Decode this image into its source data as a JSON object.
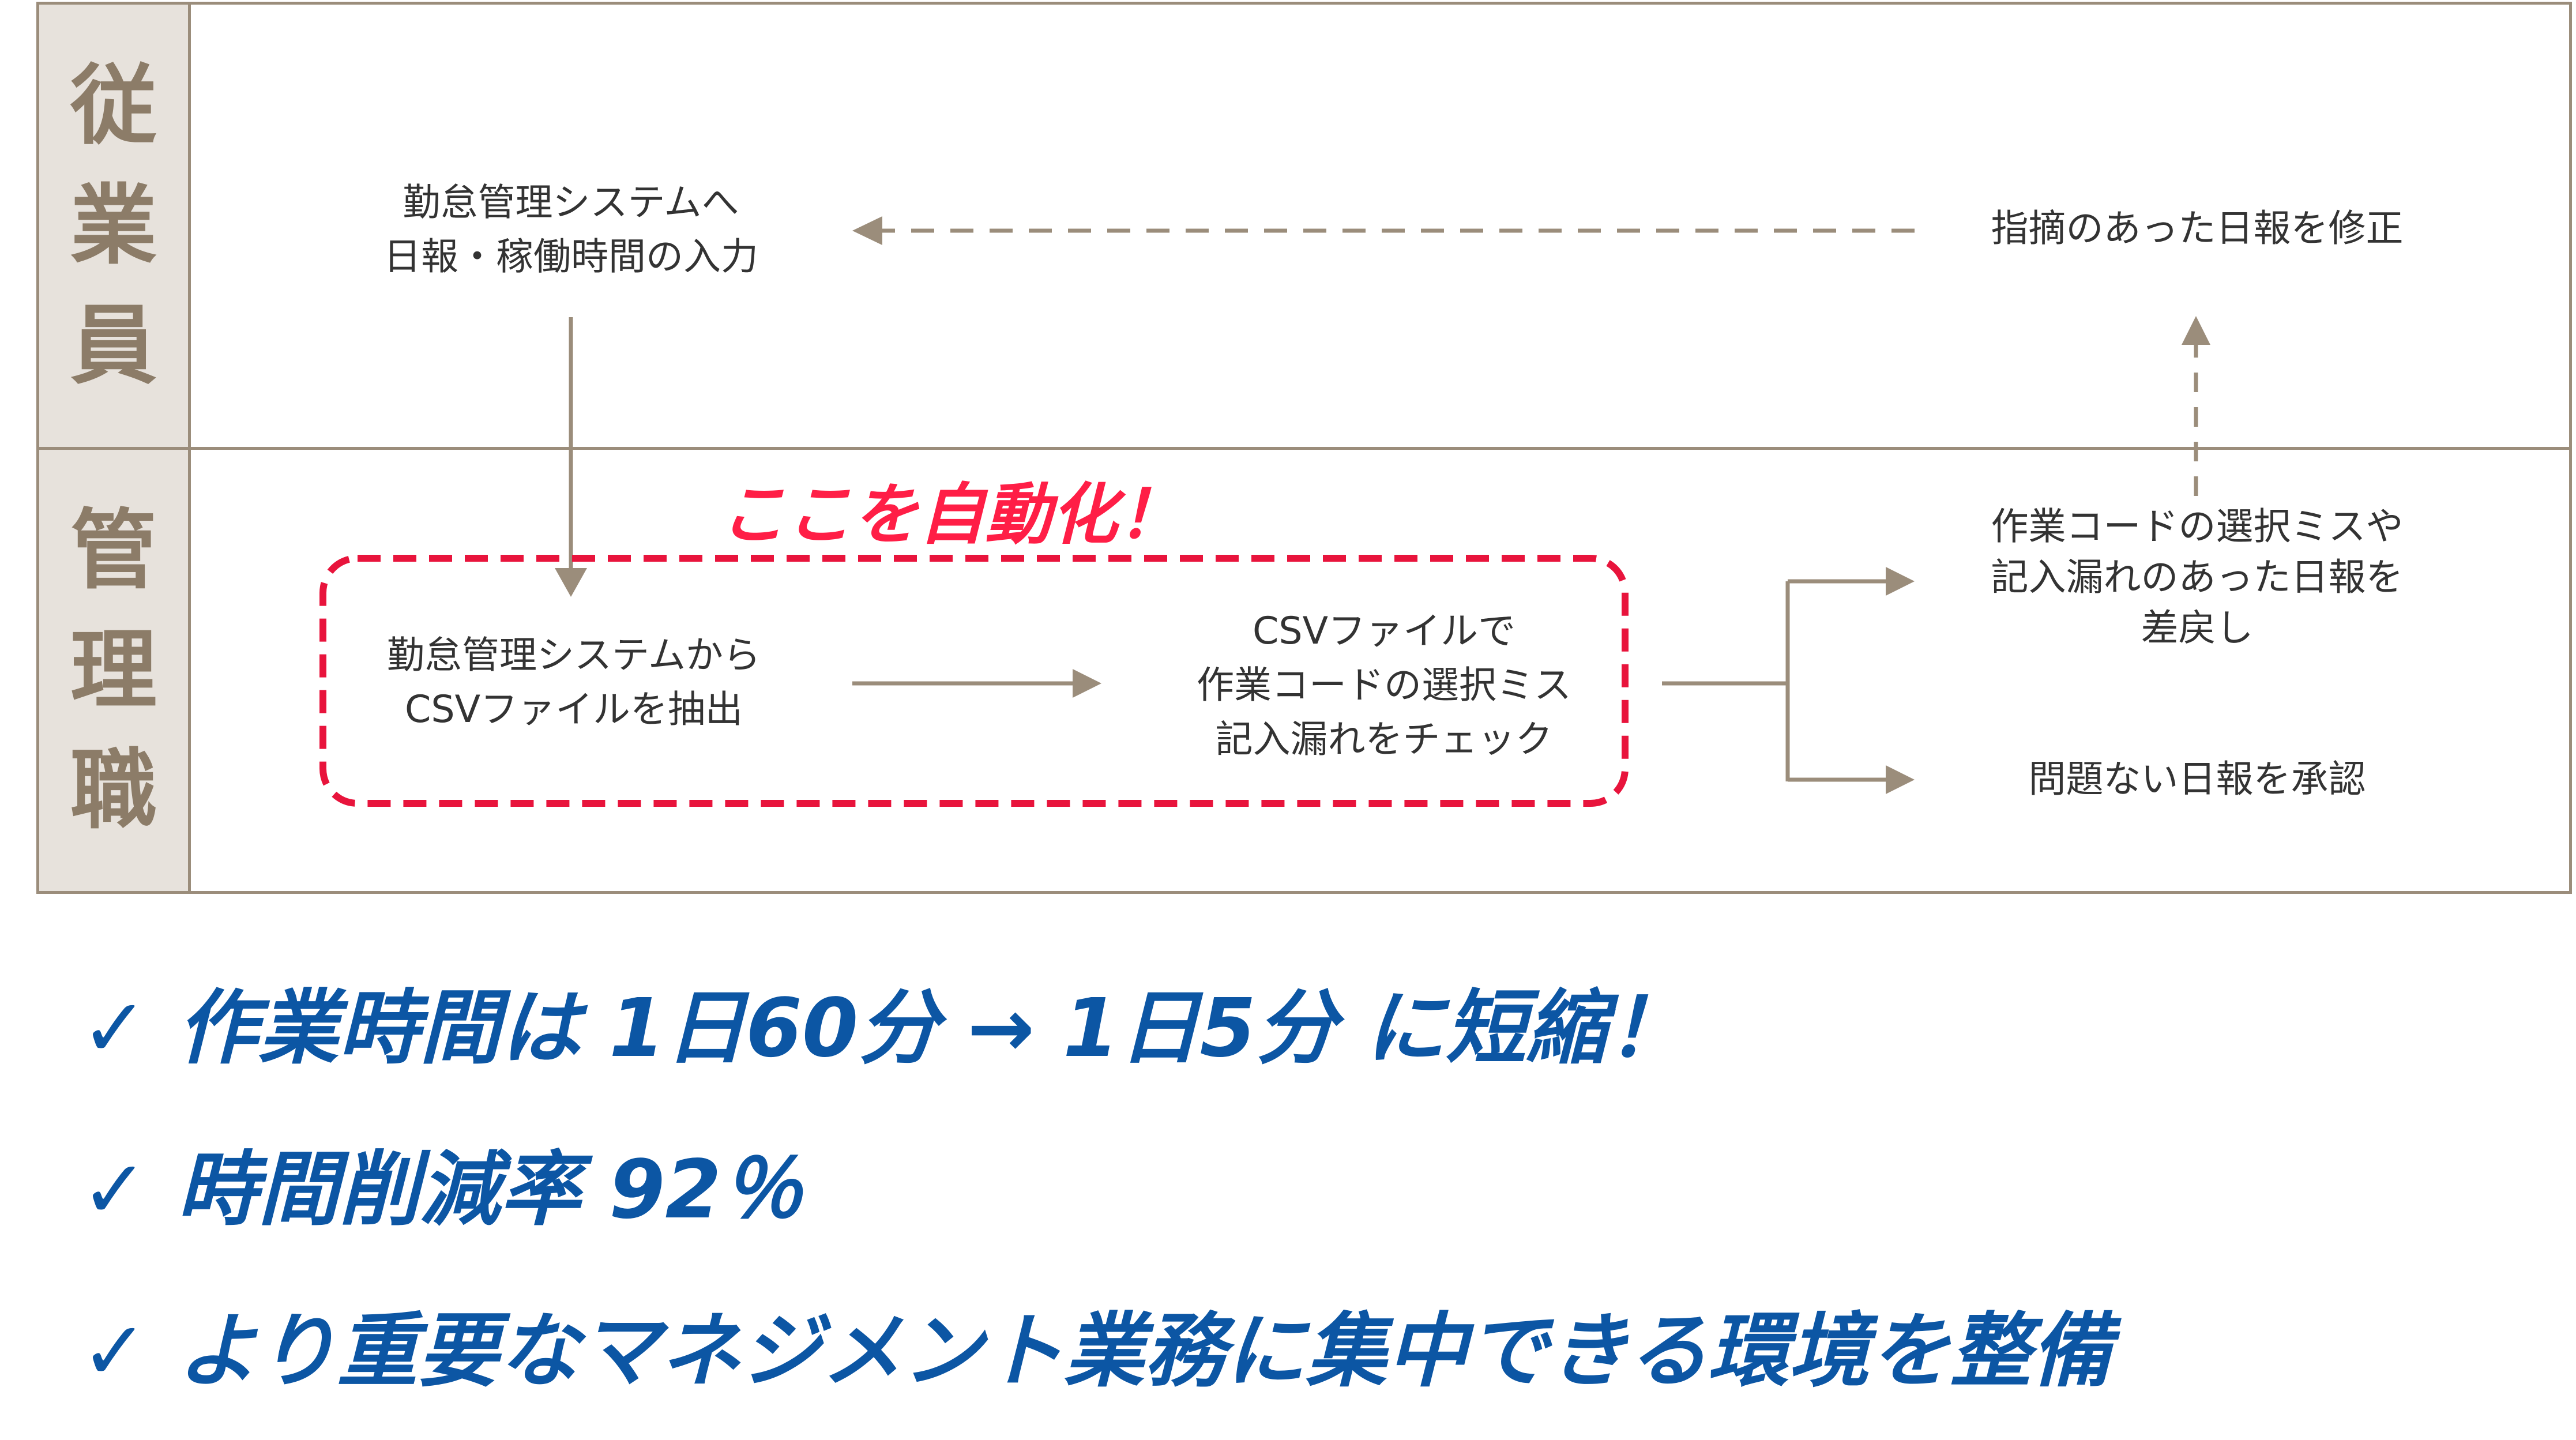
{
  "lanes": {
    "employee_label": [
      "従",
      "業",
      "員"
    ],
    "manager_label": [
      "管",
      "理",
      "職"
    ]
  },
  "nodes": {
    "employee_input": [
      "勤怠管理システムへ",
      "日報・稼働時間の入力"
    ],
    "employee_fix": [
      "指摘のあった日報を修正"
    ],
    "manager_extract": [
      "勤怠管理システムから",
      "CSVファイルを抽出"
    ],
    "manager_check": [
      "CSVファイルで",
      "作業コードの選択ミス",
      "記入漏れをチェック"
    ],
    "manager_return": [
      "作業コードの選択ミスや",
      "記入漏れのあった日報を",
      "差戻し"
    ],
    "manager_approve": [
      "問題ない日報を承認"
    ]
  },
  "callout": "ここを自動化！",
  "results": {
    "check_mark": "✓",
    "items": [
      "作業時間は 1日60分 → 1日5分 に短縮！",
      "時間削減率 92％",
      "より重要なマネジメント業務に集中できる環境を整備"
    ]
  },
  "colors": {
    "frame": "#9b8d7b",
    "header_bg": "#e7e2dc",
    "header_text": "#8c7c68",
    "highlight": "#e8143c",
    "result_text": "#0c56a4"
  }
}
